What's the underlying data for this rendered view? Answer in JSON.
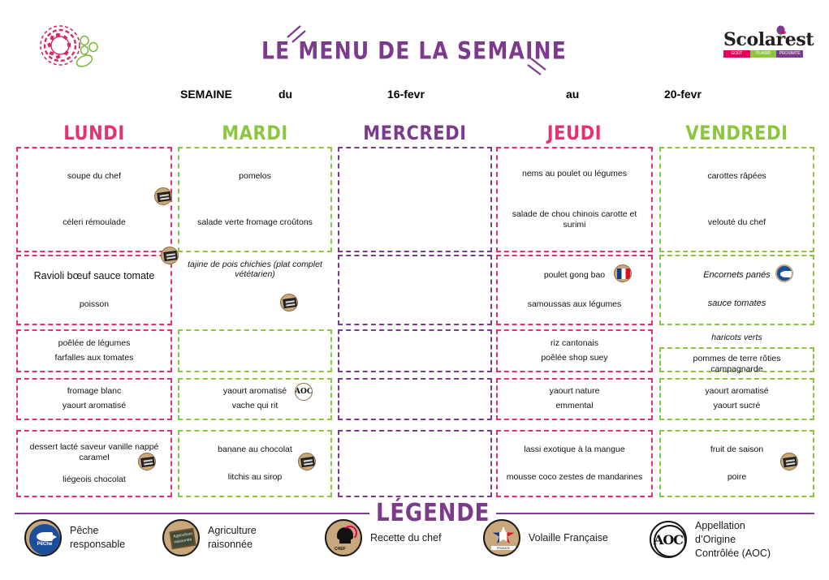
{
  "header": {
    "title": "LE MENU DE LA SEMAINE",
    "brand_name": "Scolarest",
    "brand_tagline": [
      "GOÛT",
      "PLAISIR",
      "PROXIMITÉ"
    ],
    "stamp_icon": "circular-stamp-icon",
    "leaf_icon": "leaf-icon"
  },
  "week": {
    "label": "SEMAINE",
    "from_label": "du",
    "from_date": "16-fevr",
    "to_label": "au",
    "to_date": "20-fevr"
  },
  "colors": {
    "pink": "#E5316F",
    "green": "#8CC63E",
    "purple": "#7B3A8C",
    "title_purple": "#7B3A8C",
    "badge_tan": "#C9A77C",
    "badge_blue": "#1B4F9C"
  },
  "days": [
    {
      "name": "LUNDI",
      "color": "#E5316F"
    },
    {
      "name": "MARDI",
      "color": "#8CC63E"
    },
    {
      "name": "MERCREDI",
      "color": "#7B3A8C"
    },
    {
      "name": "JEUDI",
      "color": "#E5316F"
    },
    {
      "name": "VENDREDI",
      "color": "#8CC63E"
    }
  ],
  "menu": {
    "lundi": [
      {
        "lines": [
          "soupe du chef",
          "céleri rémoulade"
        ],
        "badge": "recette-du-chef"
      },
      {
        "lines": [
          "Ravioli bœuf sauce tomate",
          "poisson"
        ],
        "badge": "agriculture-raisonnee",
        "big": true
      },
      {
        "lines": [
          "poêlée de légumes",
          "farfalles aux tomates"
        ]
      },
      {
        "lines": [
          "fromage blanc",
          "yaourt aromatisé"
        ]
      },
      {
        "lines": [
          "dessert lacté saveur vanille nappé caramel",
          "liégeois chocolat"
        ],
        "badge": "recette-du-chef"
      }
    ],
    "mardi": [
      {
        "lines": [
          "pomelos",
          "salade verte fromage croûtons"
        ]
      },
      {
        "lines": [
          "tajine de pois chichies (plat complet vététarien)"
        ],
        "badge": "agriculture-raisonnee",
        "italic": true,
        "floating": true
      },
      {
        "lines": []
      },
      {
        "lines": [
          "yaourt aromatisé",
          "vache qui rit"
        ],
        "badge": "aoc"
      },
      {
        "lines": [
          "banane au chocolat",
          "litchis au sirop"
        ],
        "badge": "recette-du-chef"
      }
    ],
    "mercredi": [
      {
        "lines": []
      },
      {
        "lines": []
      },
      {
        "lines": []
      },
      {
        "lines": []
      },
      {
        "lines": []
      }
    ],
    "jeudi": [
      {
        "lines": [
          "nems au poulet ou légumes",
          "salade de chou chinois carotte et surimi"
        ]
      },
      {
        "lines": [
          "poulet gong bao",
          "samoussas aux légumes"
        ],
        "badge": "volaille-francaise"
      },
      {
        "lines": [
          "riz cantonais",
          "poêlée shop suey"
        ]
      },
      {
        "lines": [
          "yaourt nature",
          "emmental"
        ]
      },
      {
        "lines": [
          "lassi exotique à la mangue",
          "mousse coco zestes de mandarines"
        ]
      }
    ],
    "vendredi": [
      {
        "lines": [
          "carottes râpées",
          "velouté du chef"
        ]
      },
      {
        "lines": [
          "Encornets panés",
          "sauce tomates"
        ],
        "badge": "peche-responsable",
        "italic": true
      },
      {
        "lines": [
          "pommes de terre rôties campagnarde"
        ],
        "floating_above": "haricots verts"
      },
      {
        "lines": [
          "yaourt aromatisé",
          "yaourt sucré"
        ]
      },
      {
        "lines": [
          "fruit de saison",
          "poire"
        ],
        "badge": "recette-du-chef"
      }
    ]
  },
  "legend": {
    "title": "LÉGENDE",
    "items": [
      {
        "icon": "peche-responsable-icon",
        "label": "Pêche\nresponsable",
        "badge_text": "PêChe"
      },
      {
        "icon": "agriculture-raisonnee-icon",
        "label": "Agriculture\nraisonnée",
        "badge_text": "Agriculture raisonnée"
      },
      {
        "icon": "recette-du-chef-icon",
        "label": "Recette du chef",
        "badge_text": "CHEF"
      },
      {
        "icon": "volaille-francaise-icon",
        "label": "Volaille Française",
        "badge_text": "FRANCE"
      },
      {
        "icon": "aoc-icon",
        "label": "Appellation\nd’Origine\nContrôlée (AOC)",
        "badge_text": "AOC"
      }
    ]
  }
}
